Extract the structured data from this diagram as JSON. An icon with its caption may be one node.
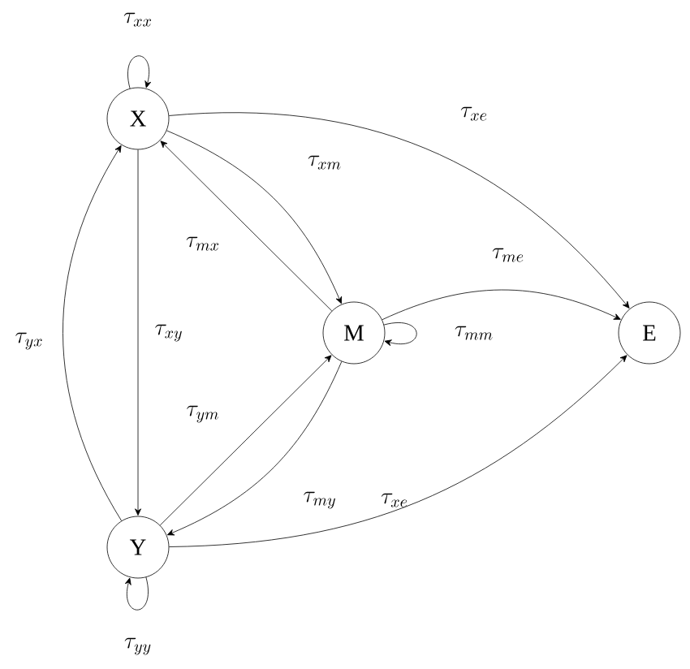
{
  "diagram": {
    "nodes": [
      {
        "text": [
          "X"
        ]
      },
      {
        "text": [
          "M"
        ]
      },
      {
        "text": [
          "E"
        ]
      },
      {
        "text": [
          "Y"
        ]
      }
    ],
    "edges": [
      {
        "from": 0,
        "to": 0,
        "arrow": "to",
        "label": "\\tau_{xx}"
      },
      {
        "from": 0,
        "to": 2,
        "arrow": "to",
        "label": "\\tau_{xe}"
      },
      {
        "from": 0,
        "to": 1,
        "arrow": "to",
        "label": "\\tau_{xm}"
      },
      {
        "from": 1,
        "to": 0,
        "arrow": "to",
        "label": "\\tau_{mx}"
      },
      {
        "from": 1,
        "to": 2,
        "arrow": "to",
        "label": "\\tau_{me}"
      },
      {
        "from": 1,
        "to": 1,
        "arrow": "to",
        "label": "\\tau_{mm}"
      },
      {
        "from": 0,
        "to": 3,
        "arrow": "to",
        "label": "\\tau_{xy}"
      },
      {
        "from": 3,
        "to": 0,
        "arrow": "to",
        "label": "\\tau_{yx}"
      },
      {
        "from": 3,
        "to": 1,
        "arrow": "to",
        "label": "\\tau_{ym}"
      },
      {
        "from": 1,
        "to": 3,
        "arrow": "to",
        "label": "\\tau_{my}"
      },
      {
        "from": 3,
        "to": 2,
        "arrow": "to",
        "label": "\\tau_{xe}"
      },
      {
        "from": 3,
        "to": 3,
        "arrow": "to",
        "label": "\\tau_{yy}"
      }
    ]
  }
}
